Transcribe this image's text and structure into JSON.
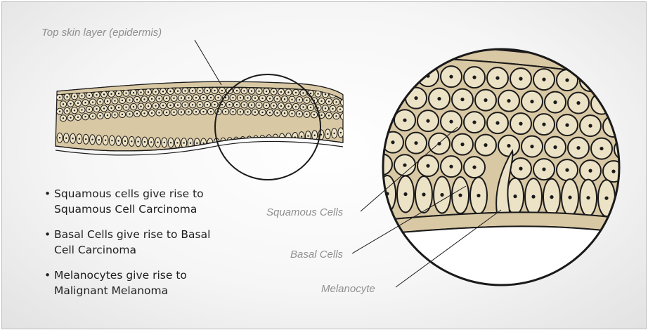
{
  "labels": {
    "epidermis": "Top skin layer (epidermis)",
    "squamous": "Squamous Cells",
    "basal": "Basal Cells",
    "melanocyte": "Melanocyte"
  },
  "bullets": [
    {
      "line1": "Squamous cells give rise to",
      "line2": "Squamous Cell Carcinoma"
    },
    {
      "line1": "Basal Cells give rise to Basal",
      "line2": "Cell Carcinoma"
    },
    {
      "line1": "Melanocytes give rise to",
      "line2": "Malignant Melanoma"
    }
  ],
  "colors": {
    "tissue": "#d9c8a4",
    "cell": "#ece2c6",
    "outline": "#1a1a1a",
    "label_gray": "#8f8f8f"
  }
}
